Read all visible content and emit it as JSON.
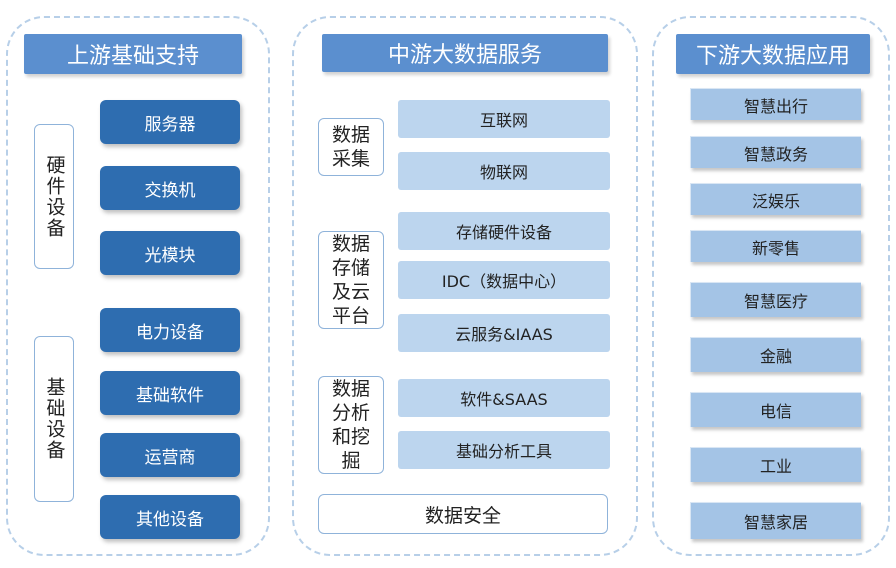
{
  "upstream": {
    "title": "上游基础支持",
    "groups": [
      {
        "label": "硬件设备",
        "items": [
          "服务器",
          "交换机",
          "光模块"
        ]
      },
      {
        "label": "基础设备",
        "items": [
          "电力设备",
          "基础软件",
          "运营商",
          "其他设备"
        ]
      }
    ]
  },
  "midstream": {
    "title": "中游大数据服务",
    "groups": [
      {
        "label": "数据采集",
        "items": [
          "互联网",
          "物联网"
        ]
      },
      {
        "label": "数据存储及云平台",
        "items": [
          "存储硬件设备",
          "IDC（数据中心）",
          "云服务&IAAS"
        ]
      },
      {
        "label": "数据分析和挖掘",
        "items": [
          "软件&SAAS",
          "基础分析工具"
        ]
      }
    ],
    "security": "数据安全"
  },
  "downstream": {
    "title": "下游大数据应用",
    "items": [
      "智慧出行",
      "智慧政务",
      "泛娱乐",
      "新零售",
      "智慧医疗",
      "金融",
      "电信",
      "工业",
      "智慧家居"
    ]
  },
  "colors": {
    "header": "#5b8fcf",
    "dark_box": "#2e6db0",
    "light_box": "#bcd5ee",
    "right_box": "#a4c4e6",
    "border": "#b7cfe8"
  }
}
